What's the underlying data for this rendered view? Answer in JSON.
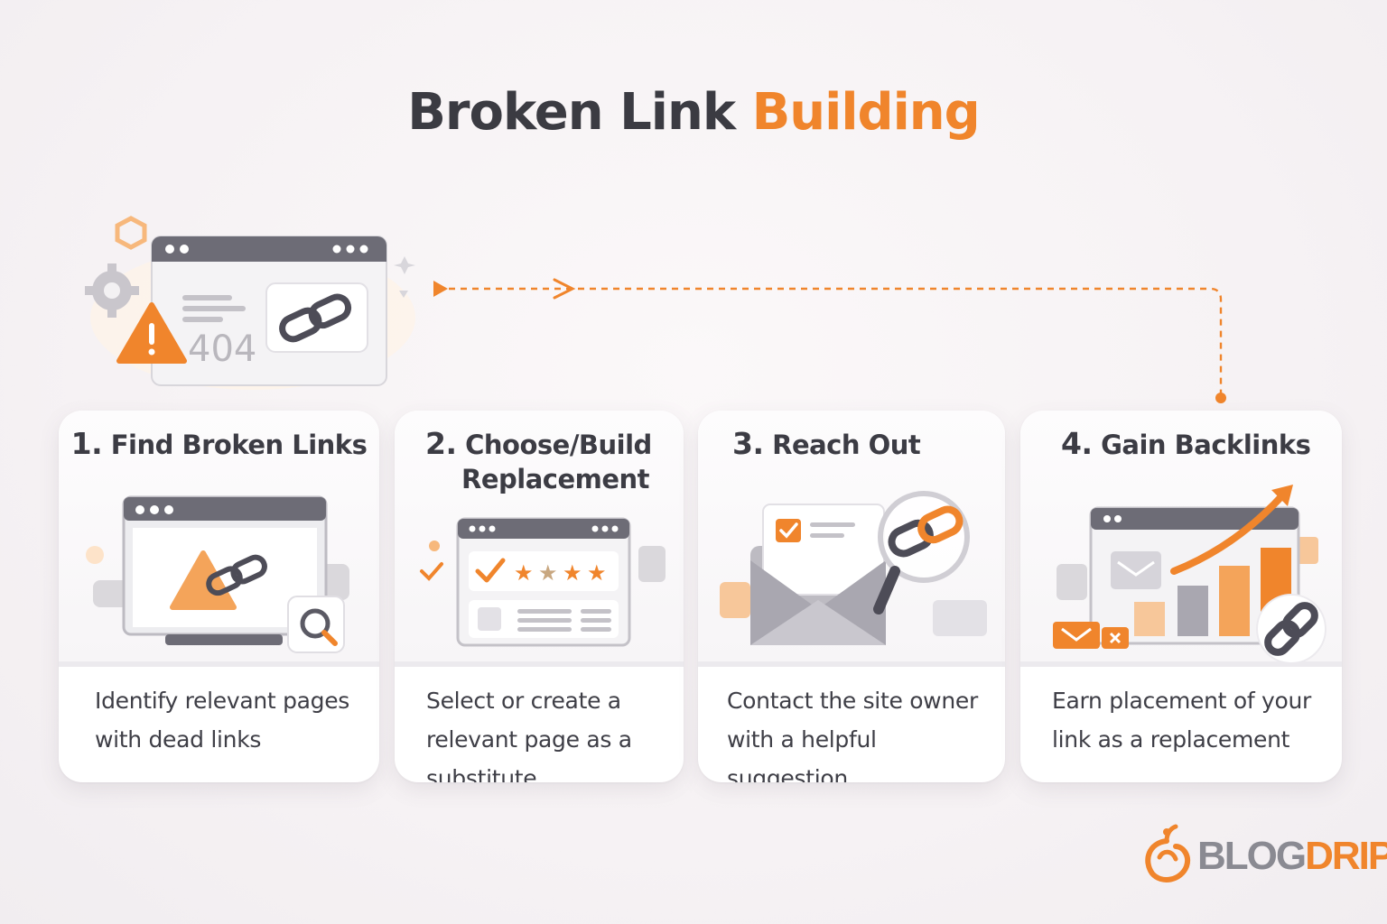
{
  "title": {
    "main": "Broken Link",
    "accent": "Building"
  },
  "hero": {
    "error_code": "404"
  },
  "steps": [
    {
      "number": "1.",
      "title": "Find Broken Links",
      "description": "Identify relevant pages with dead links"
    },
    {
      "number": "2.",
      "title_line1": "Choose/Build",
      "title_line2": "Replacement",
      "description": "Select or create a relevant page as a substitute"
    },
    {
      "number": "3.",
      "title": "Reach Out",
      "description": "Contact the site owner with a helpful suggestion"
    },
    {
      "number": "4.",
      "title": "Gain Backlinks",
      "description": "Earn placement of your link as a replacement"
    }
  ],
  "brand": {
    "part1": "BLOG",
    "part2": "DRIP"
  },
  "colors": {
    "accent": "#f0852c",
    "dark": "#3c3c44",
    "gray": "#8a8a92"
  }
}
